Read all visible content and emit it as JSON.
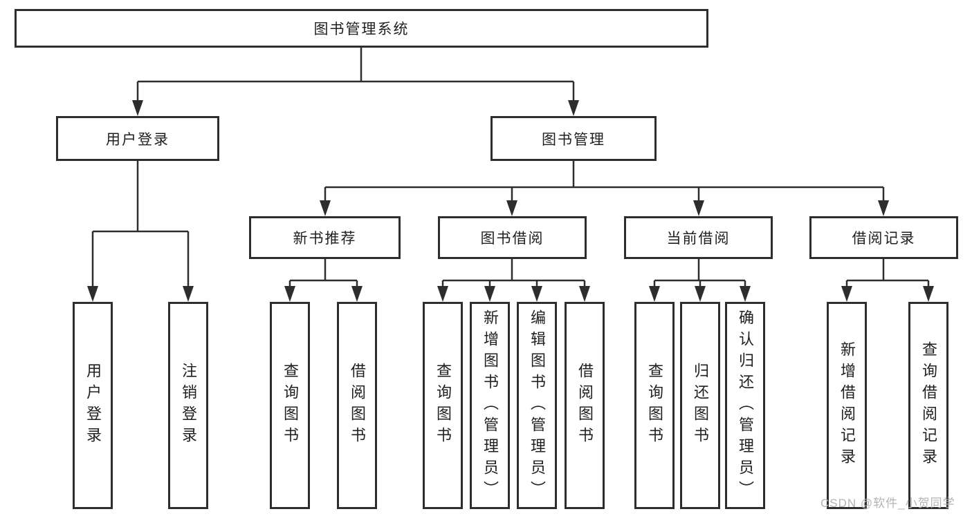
{
  "diagram": {
    "type": "tree",
    "title": "图书管理系统",
    "root": {
      "id": "system",
      "label": "图书管理系统",
      "children": [
        {
          "id": "user-login",
          "label": "用户登录",
          "children": [
            {
              "id": "user-login-leaf",
              "label": "用户登录"
            },
            {
              "id": "logout",
              "label": "注销登录"
            }
          ]
        },
        {
          "id": "book-management",
          "label": "图书管理",
          "children": [
            {
              "id": "new-book-recommend",
              "label": "新书推荐",
              "children": [
                {
                  "id": "nbr-query-books",
                  "label": "查询图书"
                },
                {
                  "id": "nbr-borrow-books",
                  "label": "借阅图书"
                }
              ]
            },
            {
              "id": "book-borrowing",
              "label": "图书借阅",
              "children": [
                {
                  "id": "bb-query-books",
                  "label": "查询图书"
                },
                {
                  "id": "bb-add-books",
                  "label": "新增图书（管理员）"
                },
                {
                  "id": "bb-edit-books",
                  "label": "编辑图书（管理员）"
                },
                {
                  "id": "bb-borrow-books",
                  "label": "借阅图书"
                }
              ]
            },
            {
              "id": "current-borrowing",
              "label": "当前借阅",
              "children": [
                {
                  "id": "cb-query-books",
                  "label": "查询图书"
                },
                {
                  "id": "cb-return-books",
                  "label": "归还图书"
                },
                {
                  "id": "cb-confirm-return",
                  "label": "确认归还（管理员）"
                }
              ]
            },
            {
              "id": "borrowing-records",
              "label": "借阅记录",
              "children": [
                {
                  "id": "br-add-record",
                  "label": "新增借阅记录"
                },
                {
                  "id": "br-query-record",
                  "label": "查询借阅记录"
                }
              ]
            }
          ]
        }
      ]
    }
  },
  "watermark": {
    "text": "CSDN @软件_小贺同学"
  },
  "colors": {
    "line": "#2d2d2d",
    "box_border": "#2d2d2d",
    "box_fill": "#ffffff",
    "text": "#1f1f1f",
    "watermark": "#b3b3b3",
    "background": "#ffffff"
  }
}
